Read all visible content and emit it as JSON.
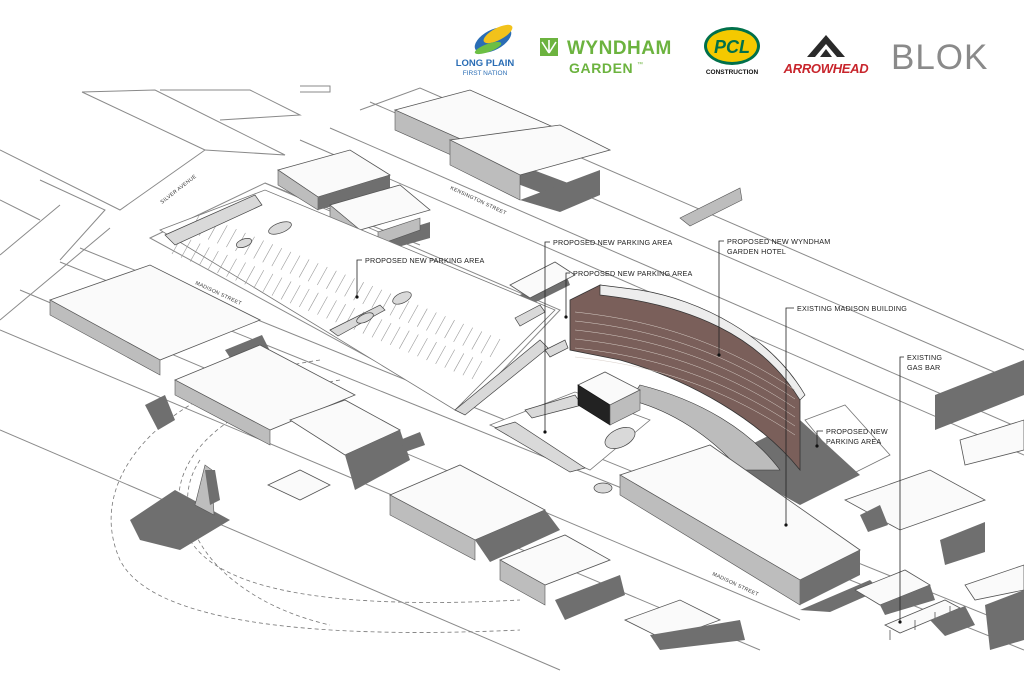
{
  "logos": {
    "long_plain_line1": "LONG PLAIN",
    "long_plain_line2": "FIRST NATION",
    "wyndham_line1": "WYNDHAM",
    "wyndham_line2": "GARDEN",
    "wyndham_tm": "™",
    "pcl_mark": "PCL",
    "pcl_sub": "CONSTRUCTION",
    "arrowhead": "ARROWHEAD",
    "blok": "BLOK",
    "colors": {
      "long_plain_blue": "#2a6db5",
      "long_plain_yellow": "#f2c21b",
      "long_plain_green": "#6cbf44",
      "wyndham_green": "#6cb33f",
      "pcl_yellow": "#f4c900",
      "pcl_green": "#00704a",
      "arrowhead_red": "#c8252c",
      "blok_gray": "#8a8a8a"
    }
  },
  "streets": {
    "silver_avenue": "SILVER AVENUE",
    "kensington_street": "KENSINGTON STREET",
    "madison_street_upper": "MADISON STREET",
    "madison_street_lower": "MADISON STREET"
  },
  "labels": {
    "parking_1": "PROPOSED NEW PARKING AREA",
    "parking_2": "PROPOSED NEW PARKING AREA",
    "parking_3": "PROPOSED NEW PARKING AREA",
    "hotel_line1": "PROPOSED NEW WYNDHAM",
    "hotel_line2": "GARDEN HOTEL",
    "madison_building": "EXISTING MADISON BUILDING",
    "parking_4_line1": "PROPOSED NEW",
    "parking_4_line2": "PARKING AREA",
    "gas_bar_line1": "EXISTING",
    "gas_bar_line2": "GAS BAR"
  }
}
